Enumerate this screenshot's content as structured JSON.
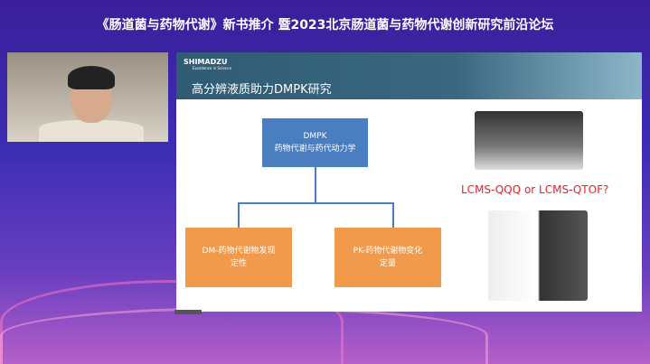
{
  "header": {
    "title": "《肠道菌与药物代谢》新书推介  暨2023北京肠道菌与药物代谢创新研究前沿论坛"
  },
  "slide": {
    "logo": "SHIMADZU",
    "logo_tagline": "Excellence in Science",
    "title": "高分辨液质助力DMPK研究",
    "root": {
      "line1": "DMPK",
      "line2": "药物代谢与药代动力学"
    },
    "left": {
      "line1": "DM-药物代谢物发现",
      "line2": "定性"
    },
    "right": {
      "line1": "PK-药物代谢物变化",
      "line2": "定量"
    },
    "question": "LCMS-QQQ  or  LCMS-QTOF?"
  }
}
